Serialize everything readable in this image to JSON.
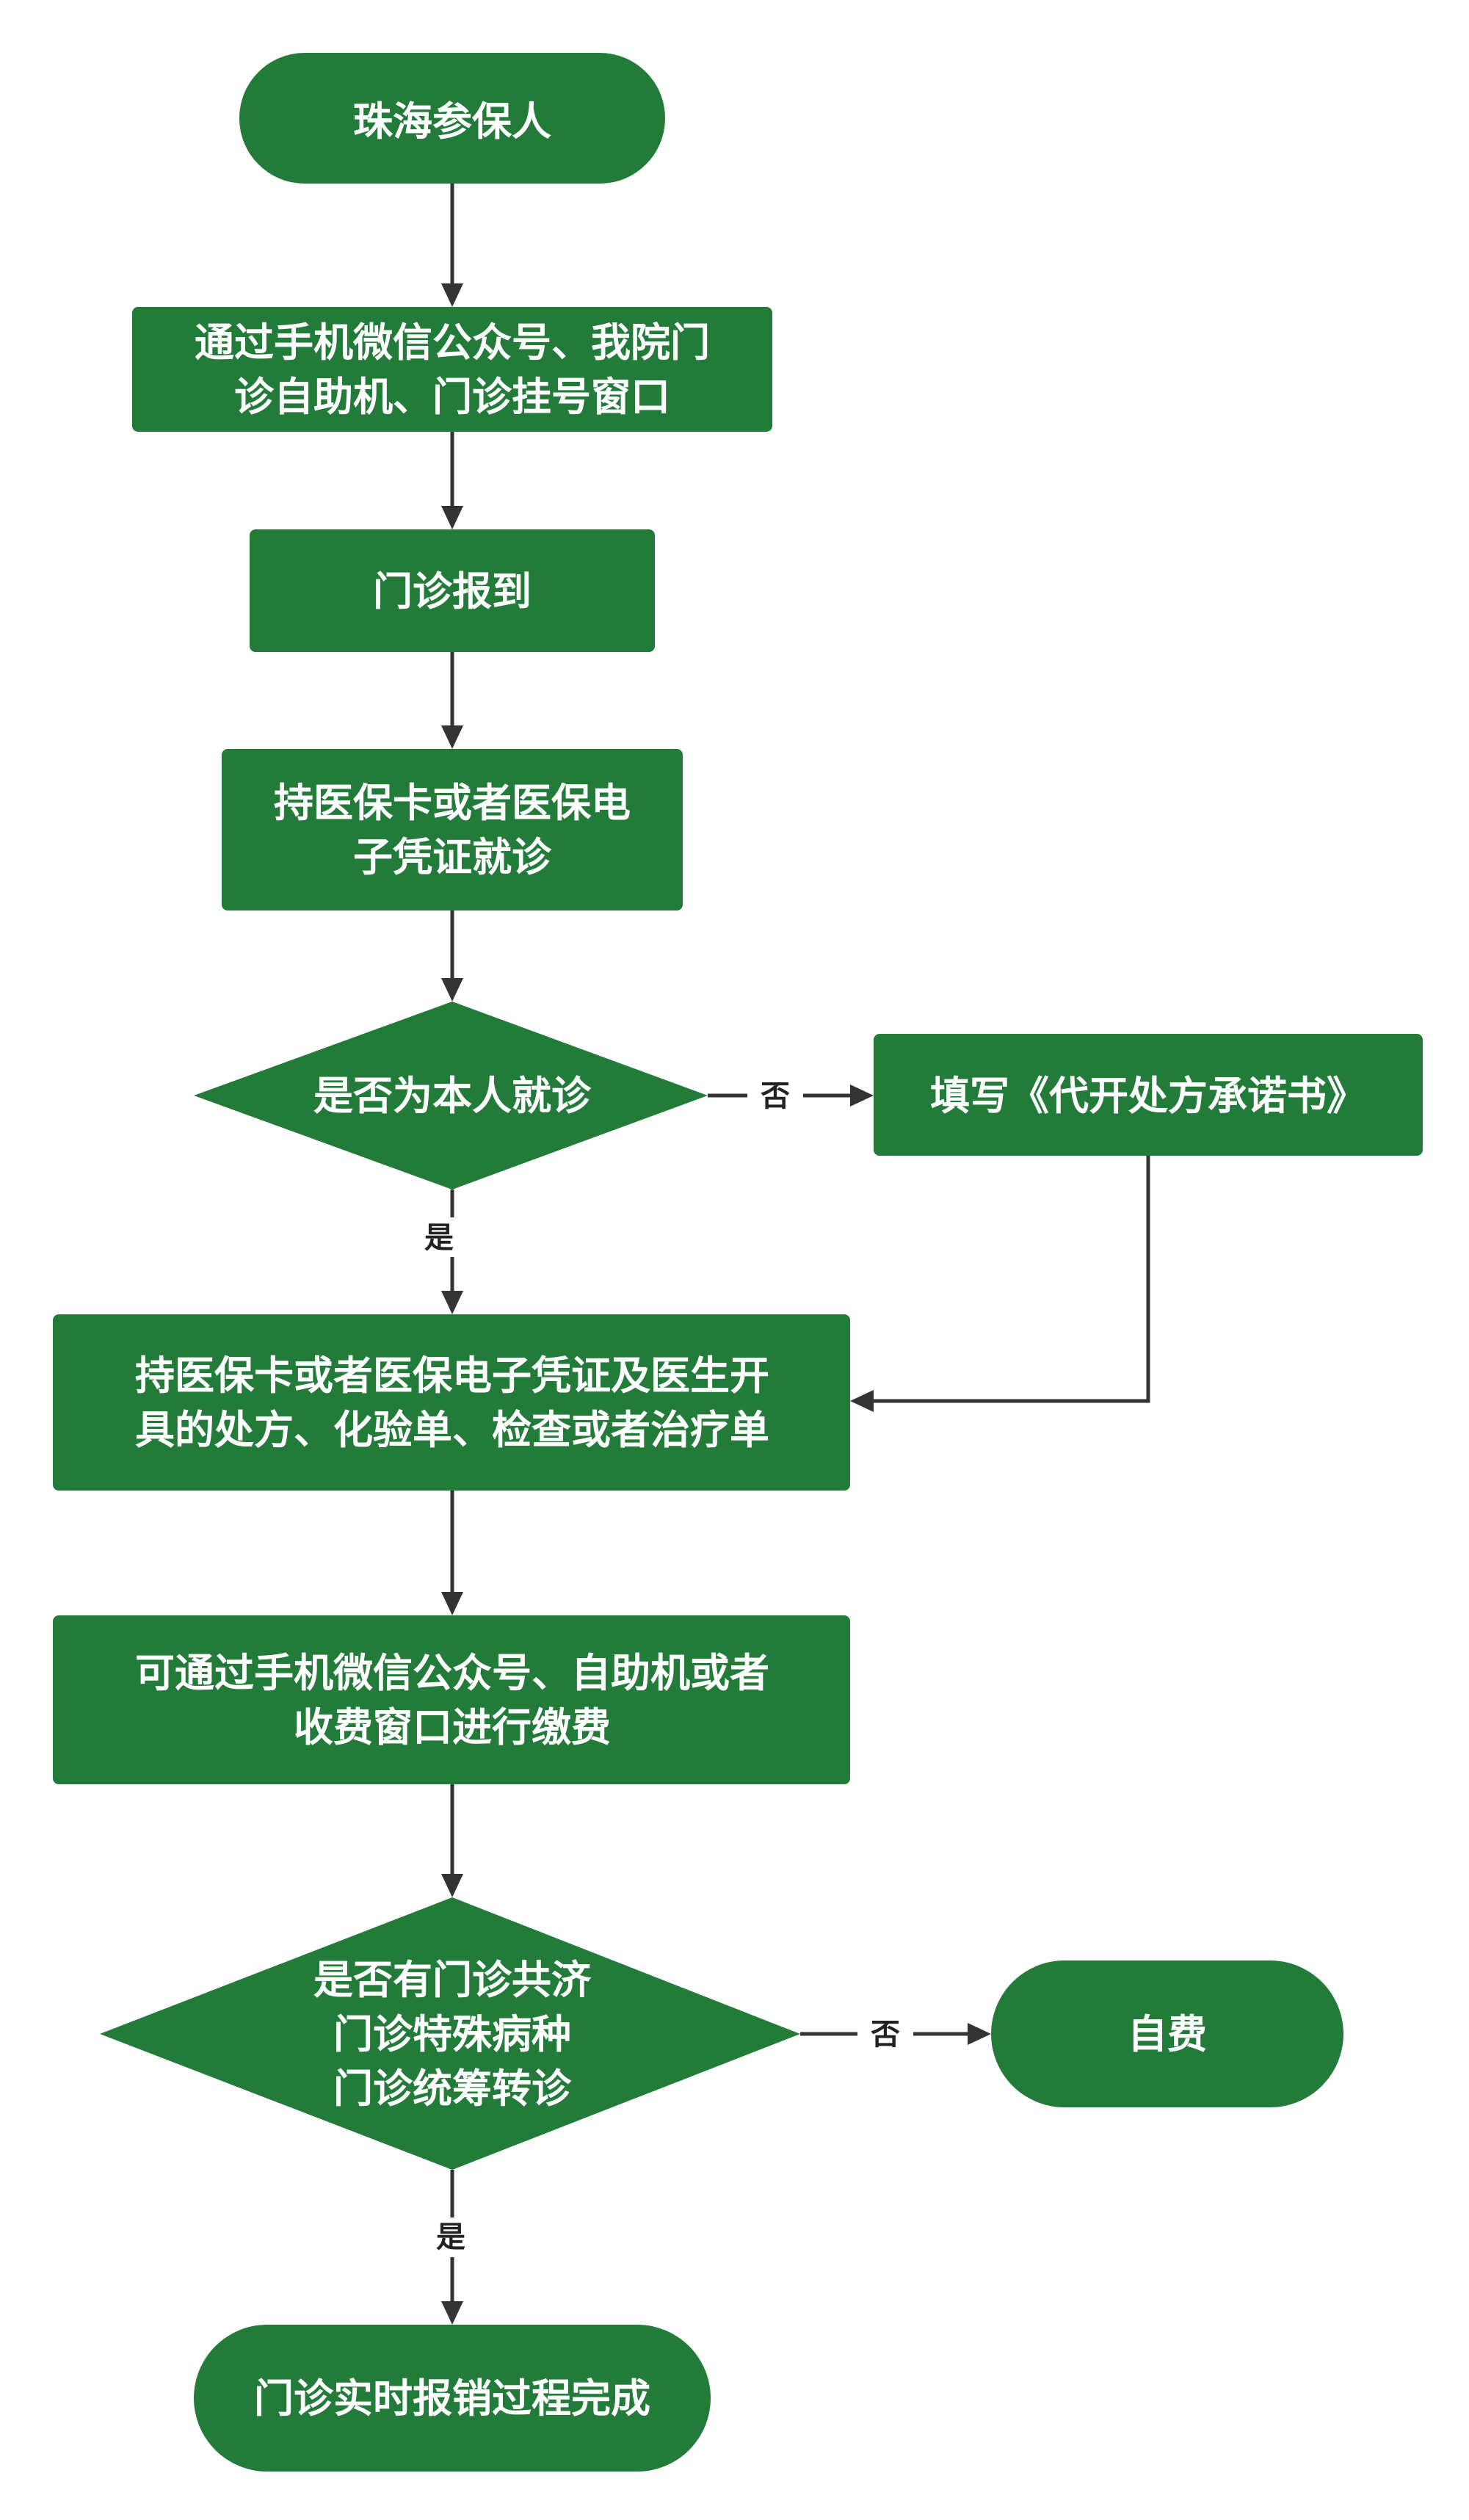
{
  "diagram": {
    "type": "flowchart",
    "colors": {
      "node_fill": "#237b3a",
      "node_text": "#ffffff",
      "edge": "#333333",
      "label": "#222222"
    },
    "nodes": {
      "start": {
        "lines": [
          "珠海参保人"
        ]
      },
      "channels": {
        "lines": [
          "通过手机微信公众号、我院门",
          "诊自助机、门诊挂号窗口"
        ]
      },
      "checkin": {
        "lines": [
          "门诊报到"
        ]
      },
      "visit": {
        "lines": [
          "持医保卡或者医保电",
          "子凭证就诊"
        ]
      },
      "decision_self": {
        "lines": [
          "是否为本人就诊"
        ]
      },
      "promise": {
        "lines": [
          "填写《代开处方承诺书》"
        ]
      },
      "documents": {
        "lines": [
          "持医保卡或者医保电子凭证及医生开",
          "具的处方、化验单、检查或者治疗单"
        ]
      },
      "payment": {
        "lines": [
          "可通过手机微信公众号、自助机或者",
          "收费窗口进行缴费"
        ]
      },
      "decision_type": {
        "lines": [
          "是否有门诊共济",
          "门诊特殊病种",
          "门诊统筹转诊"
        ]
      },
      "self_pay": {
        "lines": [
          "自费"
        ]
      },
      "end": {
        "lines": [
          "门诊实时报销过程完成"
        ]
      }
    },
    "edge_labels": {
      "self_no": "否",
      "self_yes": "是",
      "type_no": "否",
      "type_yes": "是"
    }
  }
}
